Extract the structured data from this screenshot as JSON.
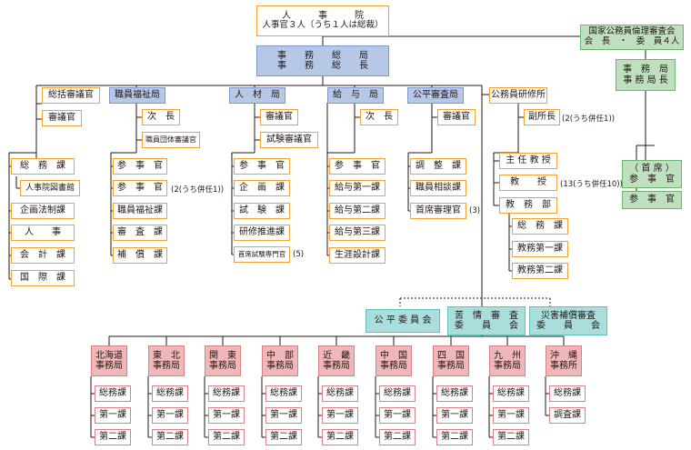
{
  "top": {
    "title": "人　　　事　　　院",
    "sub": "人事官３人（うち１人は総裁）"
  },
  "secretariat": {
    "l1": "事　　務　　総　　局",
    "l2": "事　　務　　総　　長"
  },
  "ethics": {
    "board": "国家公務員倫理審査会\n会　長　・　委　員４人",
    "office": "事　務　局\n事 務 局 長",
    "chief": "（ 首 席 ）\n参　事　官",
    "counsel": "参　事　官"
  },
  "col_general": {
    "head": "総括審議官",
    "deliberation": "審議官",
    "units": [
      "総　務　課",
      "人事院図書館",
      "企画法制課",
      "人　　事",
      "会　計　課",
      "国　際　課"
    ]
  },
  "col_welfare": {
    "head": "職員福祉局",
    "deputy": "次　長",
    "group": "職員団体審議官",
    "units": [
      "参　事　官",
      "参　事　官",
      "職員福祉課",
      "審　査　課",
      "補　償　課"
    ],
    "note": "(2(うち併任1))"
  },
  "col_hr": {
    "head": "人　材　局",
    "deliberation": "審議官",
    "exam": "試験審議官",
    "units": [
      "参　事　官",
      "企　画　課",
      "試　験　課",
      "研修推進課",
      "首席試験専門官"
    ],
    "note": "(5)"
  },
  "col_pay": {
    "head": "給　与　局",
    "deputy": "次　長",
    "units": [
      "参　事　官",
      "給与第一課",
      "給与第二課",
      "給与第三課",
      "生涯設計課"
    ]
  },
  "col_fair": {
    "head": "公平審査局",
    "deliberation": "審議官",
    "units": [
      "調　整　課",
      "職員相談課",
      "首席審理官"
    ],
    "note": "(3)"
  },
  "col_institute": {
    "head": "公務員研修所",
    "vice": "副所長",
    "vice_note": "(2(うち併任1))",
    "chief_prof": "主 任 教 授",
    "prof": "教　　授",
    "prof_note": "(13(うち併任10))",
    "dept": "教　務　部",
    "units": [
      "総　務　課",
      "教務第一課",
      "教務第二課"
    ]
  },
  "committees": [
    "公 平 委 員 会",
    "苦　情　審　査\n委　　員　　会",
    "災害補償審査\n委　　員　　会"
  ],
  "regional": [
    {
      "name": "北海道\n事務局",
      "units": [
        "総務課",
        "第一課",
        "第二課"
      ]
    },
    {
      "name": "東　北\n事務局",
      "units": [
        "総務課",
        "第一課",
        "第二課"
      ]
    },
    {
      "name": "関　東\n事務局",
      "units": [
        "総務課",
        "第一課",
        "第二課"
      ]
    },
    {
      "name": "中　部\n事務局",
      "units": [
        "総務課",
        "第一課",
        "第二課"
      ]
    },
    {
      "name": "近　畿\n事務局",
      "units": [
        "総務課",
        "第一課",
        "第二課"
      ]
    },
    {
      "name": "中　国\n事務局",
      "units": [
        "総務課",
        "第一課",
        "第二課"
      ]
    },
    {
      "name": "四　国\n事務局",
      "units": [
        "総務課",
        "第一課",
        "第二課"
      ]
    },
    {
      "name": "九　州\n事務局",
      "units": [
        "総務課",
        "第一課",
        "第二課"
      ]
    },
    {
      "name": "沖　縄\n事務所",
      "units": [
        "総務課",
        "調査課"
      ]
    }
  ]
}
